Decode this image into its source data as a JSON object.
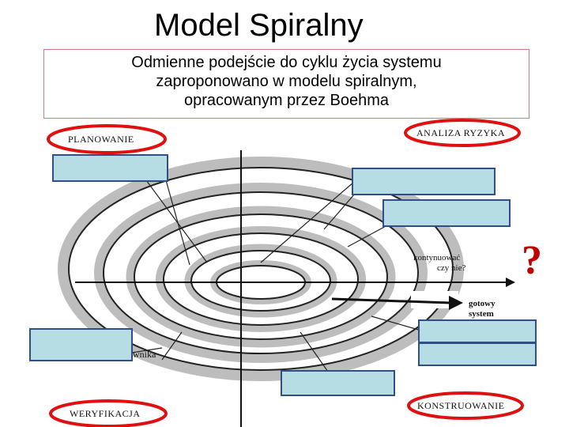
{
  "title": "Model Spiralny",
  "intro": {
    "line1": "Odmienne podejście do cyklu życia systemu",
    "line2": "zaproponowano w modelu spiralnym,",
    "line3": "opracowanym przez Boehma"
  },
  "quadrants": {
    "top_left": "PLANOWANIE",
    "top_right": "ANALIZA RYZYKA",
    "bottom_left": "WERYFIKACJA",
    "bottom_right": "KONSTRUOWANIE"
  },
  "labels": {
    "continue_line1": "kontynuować",
    "continue_line2": "czy nie?",
    "final_line1": "gotowy",
    "final_line2": "system",
    "partial_text": "wnika"
  },
  "question_mark": "?",
  "colors": {
    "oval_stroke": "#e01010",
    "box_fill": "#b7dde4",
    "box_border": "#2e4f8a",
    "question_mark": "#c00000"
  }
}
